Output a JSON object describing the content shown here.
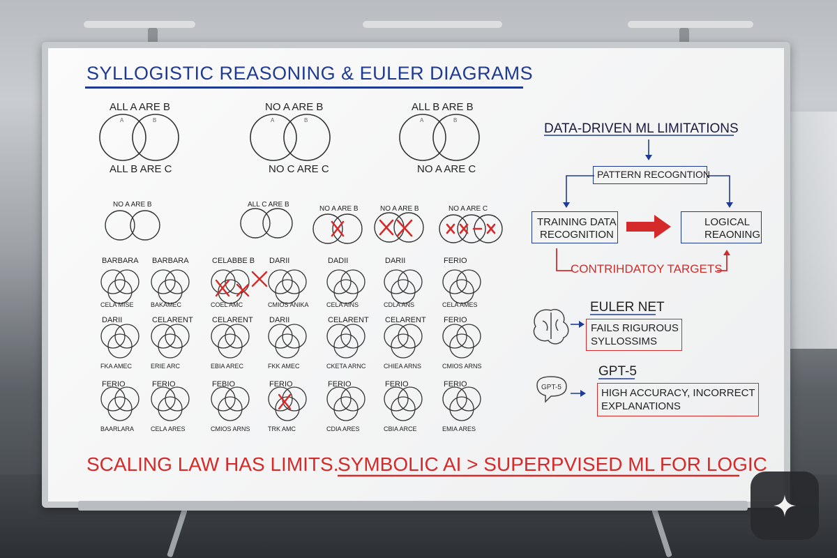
{
  "title": "SYLLOGISTIC REASONING & EULER DIAGRAMS",
  "top_diagrams": [
    {
      "above": "ALL A ARE B",
      "below": "ALL B ARE C",
      "left_letter": "A",
      "right_letter": "B"
    },
    {
      "above": "NO A ARE B",
      "below": "NO C ARE C",
      "left_letter": "A",
      "right_letter": "B"
    },
    {
      "above": "ALL B ARE B",
      "below": "NO A ARE C",
      "left_letter": "A",
      "right_letter": "B"
    }
  ],
  "mid_diagrams": [
    {
      "label": "NO A ARE B"
    },
    {
      "label": "ALL C ARE B"
    },
    {
      "label": "NO A ARE B"
    },
    {
      "label": "NO A ARE B"
    },
    {
      "label": "NO A ARE C"
    }
  ],
  "grid_rows": [
    {
      "top": [
        "BARBARA",
        "BARBARA",
        "CELABBE B",
        "DARII",
        "DADII",
        "DARII",
        "FERIO"
      ],
      "bottom": [
        "CELA MISE",
        "BAKAMEC",
        "COEL AMC",
        "CMIOS ANIKA",
        "CELA AINS",
        "CDLA ANS",
        "CELA AMES"
      ]
    },
    {
      "top": [
        "DARII",
        "CELARENT",
        "CELARENT",
        "DARII",
        "CELARENT",
        "CELARENT",
        "FERIO"
      ],
      "bottom": [
        "FKA AMEC",
        "ERIE ARC",
        "EBIA AREC",
        "FKK AMEC",
        "CKETA ARNC",
        "CHIEA ARNS",
        "CMIOS ARNS"
      ]
    },
    {
      "top": [
        "FERIO",
        "FERIO",
        "FEBIO",
        "FERIO",
        "FERIO",
        "FERIO",
        "FERIO"
      ],
      "bottom": [
        "BAARLARA",
        "CELA ARES",
        "CMIOS ARNS",
        "TRK AMC",
        "CDIA ARES",
        "CBIA ARCE",
        "EMIA ARES"
      ]
    }
  ],
  "right_panel": {
    "heading": "DATA-DRIVEN ML LIMITATIONS",
    "pattern_box": "PATTERN RECOGNTION",
    "training_box_line1": "TRAINING DATA",
    "training_box_line2": "RECOGNITION",
    "logical_box_line1": "LOGICAL",
    "logical_box_line2": "REAONING",
    "contradictory": "CONTRIHDATOY TARGETS",
    "euler_heading": "EULER NET",
    "euler_box_line1": "FAILS RIGUROUS",
    "euler_box_line2": "SYLLOSSIMS",
    "gpt_heading": "GPT-5",
    "gpt_bubble": "GPT-5",
    "gpt_box_line1": "HIGH ACCURACY, INCORRECT",
    "gpt_box_line2": "EXPLANATIONS"
  },
  "conclusion_part1": "SCALING LAW HAS LIMITS.",
  "conclusion_part2": "SYMBOLIC AI > SUPERPVISED ML FOR LOGIC",
  "colors": {
    "blue": "#1f3a93",
    "red": "#d42a2a",
    "ink": "#222222",
    "board": "#f6f6f6"
  },
  "icons": [
    "brain-icon",
    "speech-bubble-icon",
    "sparkle-icon"
  ]
}
